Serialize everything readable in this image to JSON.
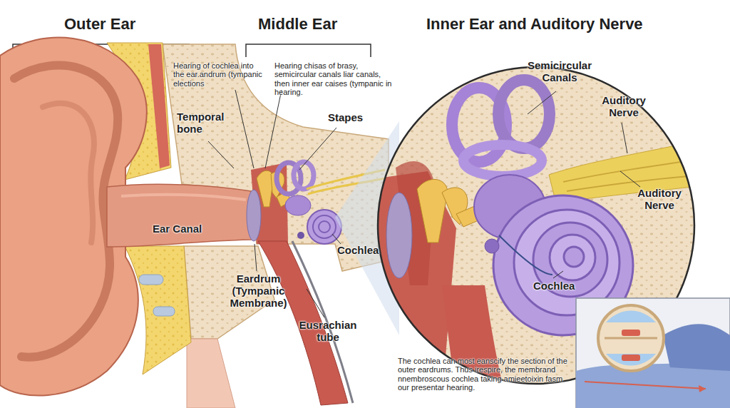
{
  "diagram": {
    "caption": "The cochlea can most eanscify the section of the outer eardrums. Thus irespire, the membrand nnembroscous cochlea taking amieetoixin fasm our presentar hearing.",
    "labels": [
      "Outer Ear",
      "Middle Ear",
      "Inner Ear and Auditory Nerve",
      "Hearing of cochlea into the ear.andrum (tympanic elections",
      "Hearing chisas of brasy, semicircular canals liar canals, then inner ear caises (tympanic in hearing.",
      "Temporal bone",
      "Stapes",
      "Ear Canal",
      "Cochlea",
      "Eardrum (Tympanic Membrane)",
      "Eusrachian tube",
      "Semicircular Canals",
      "Auditory Nerve",
      "Auditory Nerve",
      "Cochlea"
    ]
  }
}
